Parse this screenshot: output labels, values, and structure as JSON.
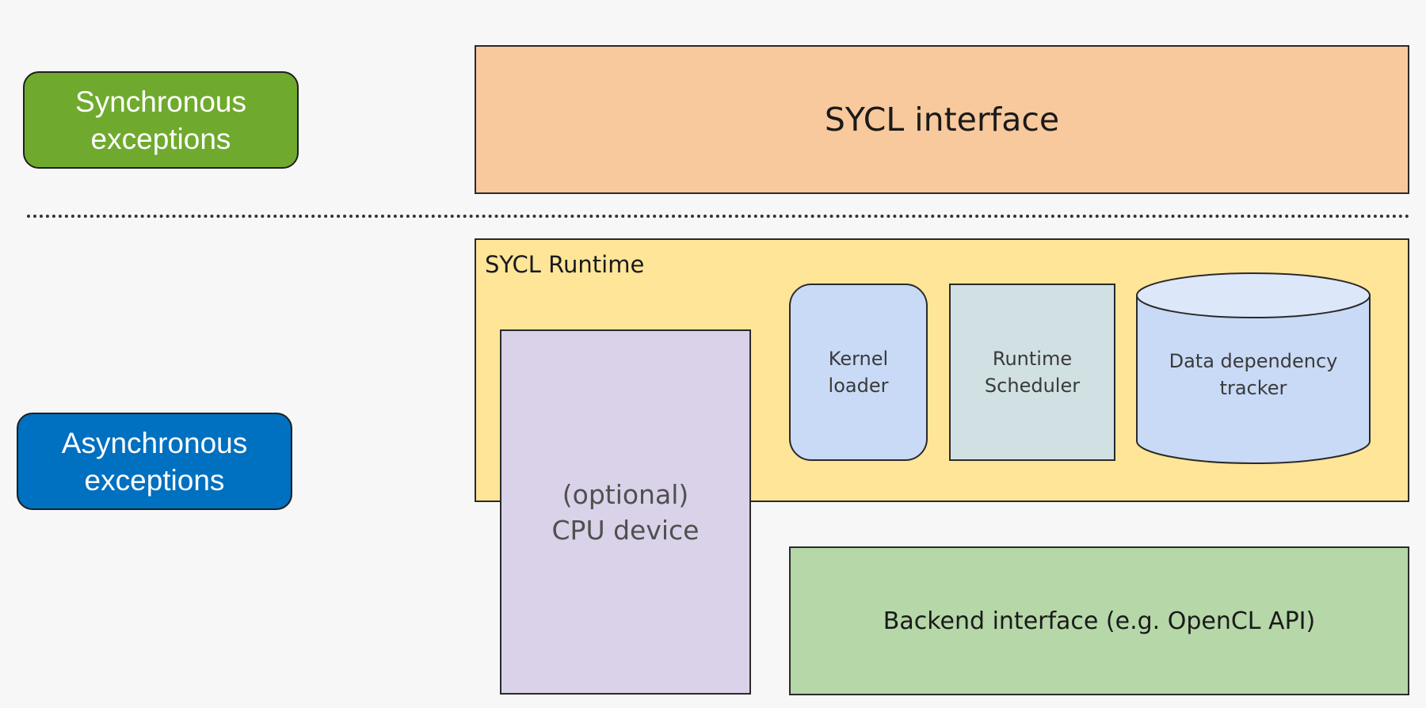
{
  "badges": {
    "synchronous": {
      "line1": "Synchronous",
      "line2": "exceptions"
    },
    "asynchronous": {
      "line1": "Asynchronous",
      "line2": "exceptions"
    }
  },
  "layers": {
    "sycl_interface": "SYCL interface",
    "sycl_runtime": "SYCL Runtime",
    "cpu_device": {
      "line1": "(optional)",
      "line2": "CPU device"
    },
    "kernel_loader": {
      "line1": "Kernel",
      "line2": "loader"
    },
    "runtime_scheduler": {
      "line1": "Runtime",
      "line2": "Scheduler"
    },
    "data_dependency_tracker": {
      "line1": "Data dependency",
      "line2": "tracker"
    },
    "backend_interface": "Backend interface (e.g. OpenCL API)"
  },
  "colors": {
    "synchronous_badge": "#6faa2e",
    "asynchronous_badge": "#0070c0",
    "sycl_interface": "#f8c99c",
    "sycl_runtime": "#ffe598",
    "cpu_device": "#d9d2e8",
    "kernel_loader": "#c9daf6",
    "runtime_scheduler": "#d1e0e3",
    "data_dependency_tracker": "#c9daf6",
    "backend_interface": "#b6d7a8"
  }
}
